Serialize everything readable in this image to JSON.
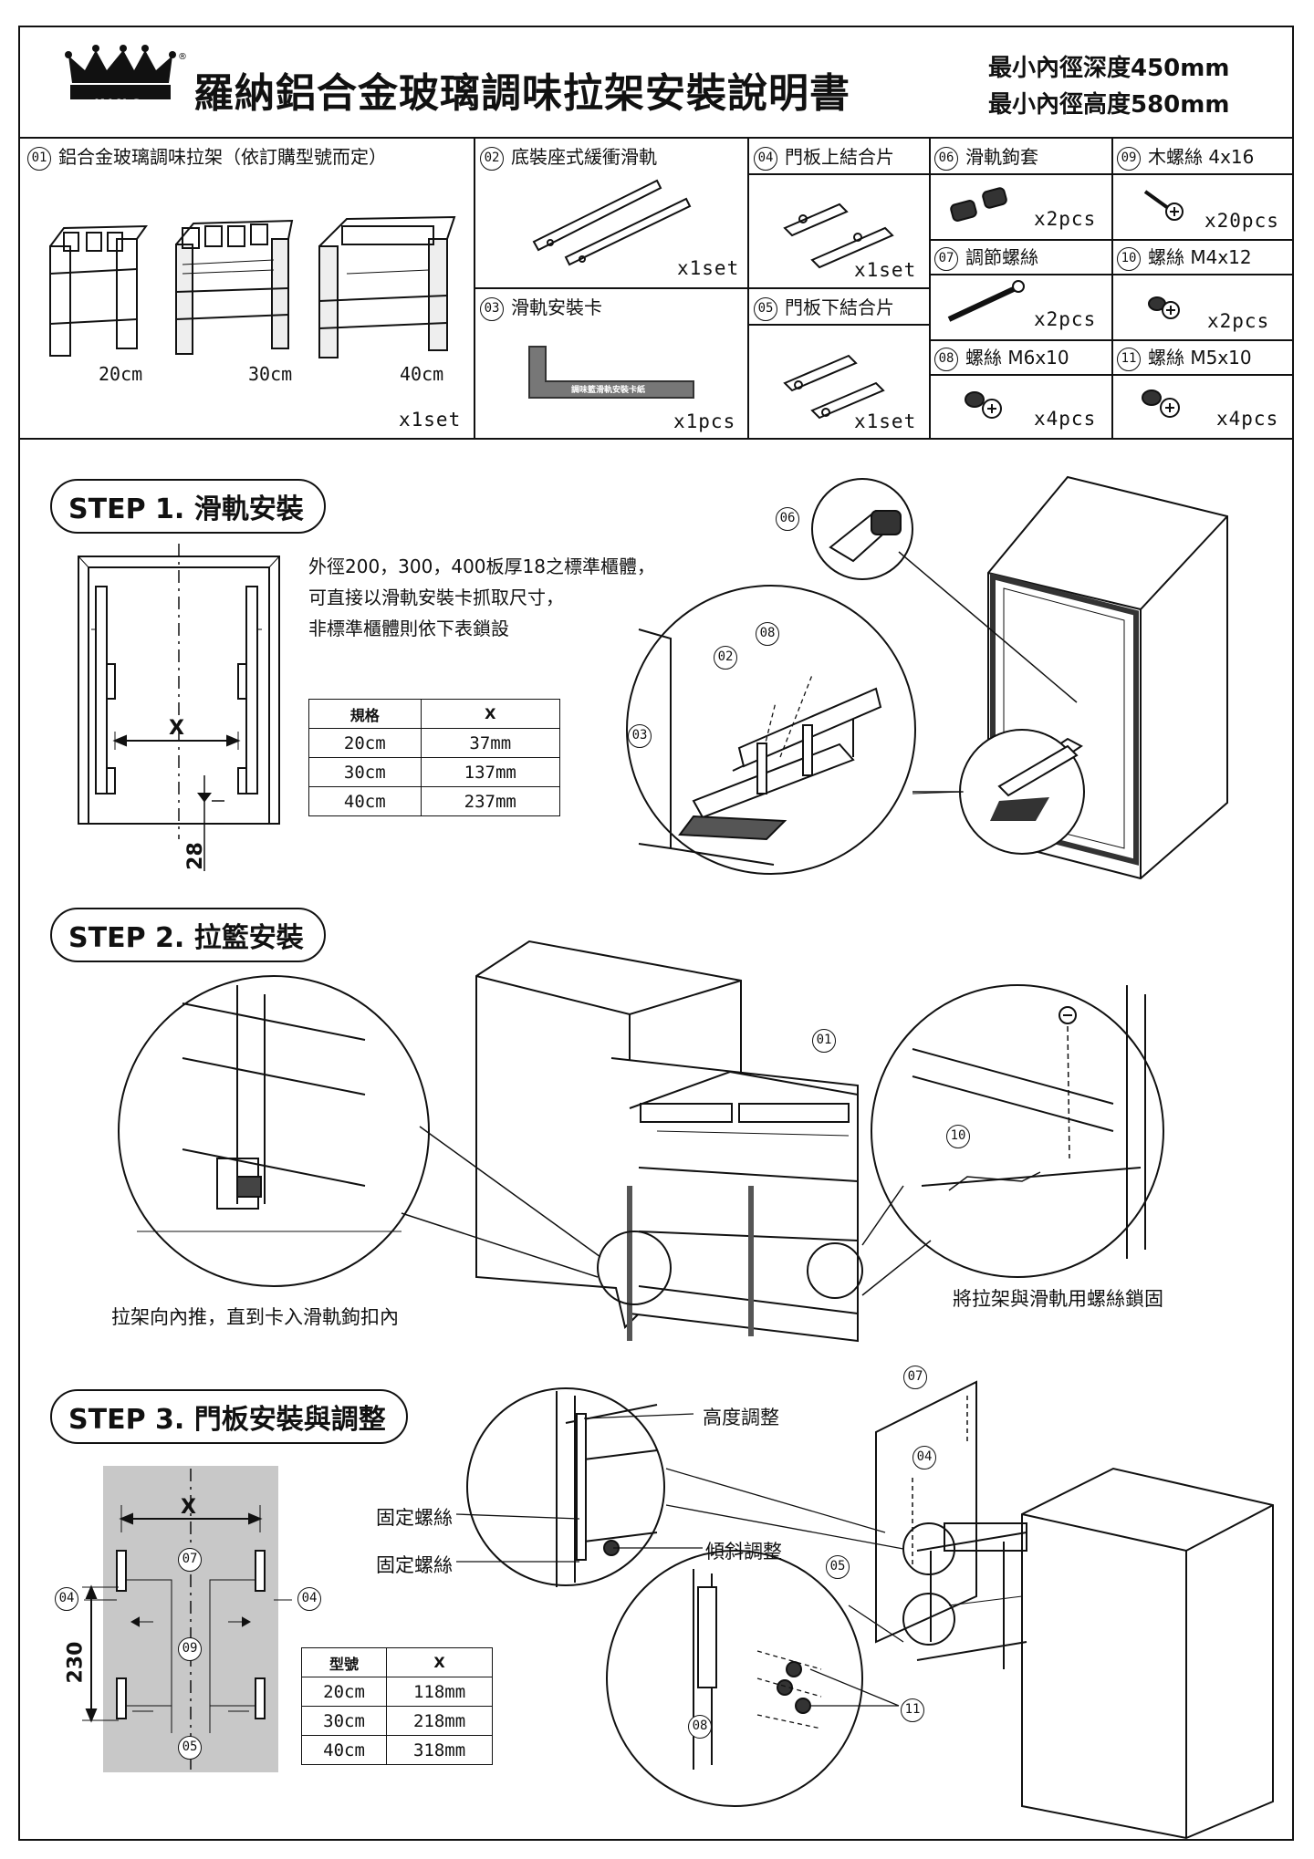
{
  "header": {
    "brand_label": "KING",
    "title": "羅納鋁合金玻璃調味拉架安裝說明書",
    "spec_depth": "最小內徑深度450mm",
    "spec_height": "最小內徑高度580mm"
  },
  "parts": {
    "p01": {
      "num": "01",
      "name": "鋁合金玻璃調味拉架（依訂購型號而定）",
      "qty": "x1set",
      "sizes": [
        "20cm",
        "30cm",
        "40cm"
      ]
    },
    "p02": {
      "num": "02",
      "name": "底裝座式緩衝滑軌",
      "qty": "x1set"
    },
    "p03": {
      "num": "03",
      "name": "滑軌安裝卡",
      "qty": "x1pcs",
      "card_text": "調味籃滑軌安裝卡紙"
    },
    "p04": {
      "num": "04",
      "name": "門板上結合片",
      "qty": "x1set"
    },
    "p05": {
      "num": "05",
      "name": "門板下結合片",
      "qty": "x1set"
    },
    "p06": {
      "num": "06",
      "name": "滑軌鉤套",
      "qty": "x2pcs"
    },
    "p07": {
      "num": "07",
      "name": "調節螺絲",
      "qty": "x2pcs"
    },
    "p08": {
      "num": "08",
      "name": "螺絲 M6x10",
      "qty": "x4pcs"
    },
    "p09": {
      "num": "09",
      "name": "木螺絲 4x16",
      "qty": "x20pcs"
    },
    "p10": {
      "num": "10",
      "name": "螺絲 M4x12",
      "qty": "x2pcs"
    },
    "p11": {
      "num": "11",
      "name": "螺絲 M5x10",
      "qty": "x4pcs"
    }
  },
  "step1": {
    "title": "STEP 1. 滑軌安裝",
    "notes": [
      "外徑200，300，400板厚18之標準櫃體，",
      "可直接以滑軌安裝卡抓取尺寸，",
      "非標準櫃體則依下表鎖設"
    ],
    "dim_x": "X",
    "dim_28": "28",
    "table_headers": [
      "規格",
      "X"
    ],
    "table_rows": [
      [
        "20cm",
        "37mm"
      ],
      [
        "30cm",
        "137mm"
      ],
      [
        "40cm",
        "237mm"
      ]
    ],
    "callouts": [
      "06",
      "08",
      "02",
      "03"
    ]
  },
  "step2": {
    "title": "STEP 2. 拉籃安裝",
    "caption_left": "拉架向內推，直到卡入滑軌鉤扣內",
    "caption_right": "將拉架與滑軌用螺絲鎖固",
    "callouts": [
      "01",
      "10"
    ]
  },
  "step3": {
    "title": "STEP 3. 門板安裝與調整",
    "labels": [
      "高度調整",
      "固定螺絲",
      "固定螺絲",
      "傾斜調整"
    ],
    "dim_x": "X",
    "dim_230": "230",
    "plate_callouts": [
      "07",
      "04",
      "04",
      "09",
      "05"
    ],
    "table_headers": [
      "型號",
      "X"
    ],
    "table_rows": [
      [
        "20cm",
        "118mm"
      ],
      [
        "30cm",
        "218mm"
      ],
      [
        "40cm",
        "318mm"
      ]
    ],
    "callouts": [
      "07",
      "04",
      "05",
      "08",
      "11"
    ]
  }
}
